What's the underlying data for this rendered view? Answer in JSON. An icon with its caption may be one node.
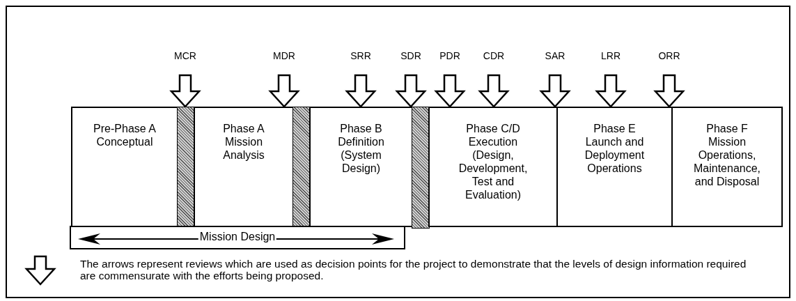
{
  "diagram": {
    "nodes": [
      {
        "text": [
          "MCR"
        ]
      },
      {
        "text": [
          "MDR"
        ]
      },
      {
        "text": [
          "SRR"
        ]
      },
      {
        "text": [
          "SDR"
        ]
      },
      {
        "text": [
          "PDR"
        ]
      },
      {
        "text": [
          "CDR"
        ]
      },
      {
        "text": [
          "SAR"
        ]
      },
      {
        "text": [
          "LRR"
        ]
      },
      {
        "text": [
          "ORR"
        ]
      },
      {
        "text": [
          "Pre-Phase A",
          "Conceptual"
        ]
      },
      {
        "text": [],
        "shape": "bar"
      },
      {
        "text": [
          "Phase A",
          "Mission Analysis"
        ]
      },
      {
        "text": [],
        "shape": "bar"
      },
      {
        "text": [
          "Phase B",
          "Definition (System Design)"
        ]
      },
      {
        "text": [],
        "shape": "bar"
      },
      {
        "text": [
          "Phase C/D",
          "Execution (Design, Development, Test and Evaluation)"
        ]
      },
      {
        "text": [
          "Phase E",
          "Launch and Deployment Operations"
        ]
      },
      {
        "text": [
          "Phase F",
          "Mission Operations, Maintenance, and Disposal"
        ]
      },
      {
        "text": [
          "Mission Design"
        ]
      }
    ],
    "edges": [
      {
        "from": 0,
        "to": 10,
        "arrow": "to"
      },
      {
        "from": 1,
        "to": 12,
        "arrow": "to"
      },
      {
        "from": 2,
        "to": 13,
        "arrow": "to"
      },
      {
        "from": 3,
        "to": 14,
        "arrow": "to"
      },
      {
        "from": 4,
        "to": 15,
        "arrow": "to"
      },
      {
        "from": 5,
        "to": 15,
        "arrow": "to"
      },
      {
        "from": 6,
        "to": null,
        "arrow": "to"
      },
      {
        "from": 7,
        "to": 16,
        "arrow": "to"
      },
      {
        "from": 8,
        "to": null,
        "arrow": "to"
      }
    ],
    "legend": [
      {
        "text": "The arrows represent reviews which are used as decision points for the project to demonstrate that the levels of design information required are commensurate with the efforts being proposed."
      }
    ]
  }
}
